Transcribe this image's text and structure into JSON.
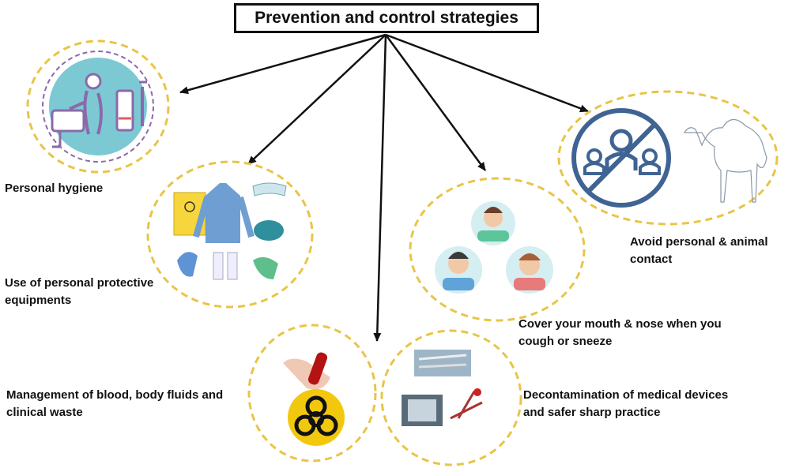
{
  "title": "Prevention and control strategies",
  "colors": {
    "dashed_circle": "#e8c547",
    "arrow": "#111111",
    "no_symbol": "#3f6494",
    "hygiene_teal": "#7cc9d4",
    "hygiene_purple": "#8a6aa8",
    "ppe_blue": "#6f9ed3",
    "biohazard_yellow": "#f2c80f"
  },
  "strategies": [
    {
      "id": "hygiene",
      "label": "Personal hygiene",
      "icon": "handwashing-icon"
    },
    {
      "id": "ppe",
      "label": "Use of personal protective equipments",
      "icon": "ppe-icon"
    },
    {
      "id": "blood",
      "label": "Management of blood, body fluids and clinical waste",
      "icon": "biohazard-icon"
    },
    {
      "id": "decon",
      "label": "Decontamination of medical devices and safer sharp practice",
      "icon": "medical-devices-icon"
    },
    {
      "id": "cough",
      "label": "Cover your mouth & nose when you cough or sneeze",
      "icon": "cough-etiquette-icon"
    },
    {
      "id": "contact",
      "label": "Avoid personal & animal contact",
      "icon": "no-contact-camel-icon"
    }
  ]
}
